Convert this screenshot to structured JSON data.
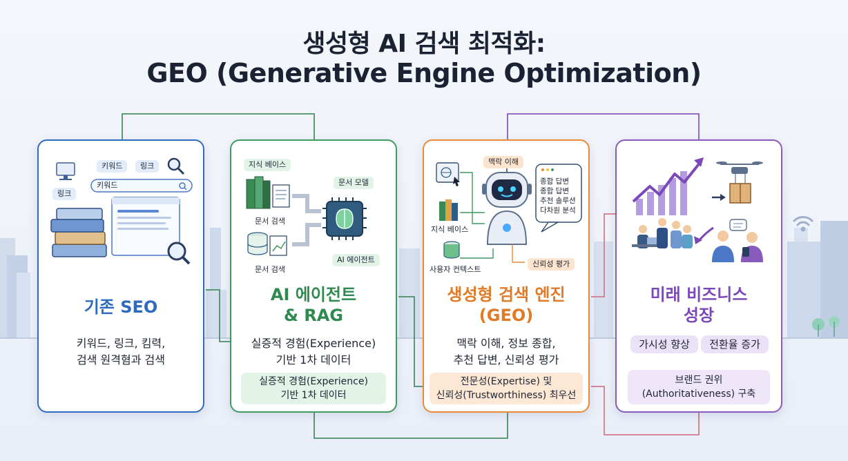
{
  "title": {
    "line1": "생성형 AI 검색 최적화:",
    "line2": "GEO (Generative Engine Optimization)"
  },
  "colors": {
    "seo": "#2f6bbd",
    "rag": "#3f9a5e",
    "geo": "#e98a37",
    "biz": "#8a5bbf"
  },
  "cards": {
    "seo": {
      "title": "기존 SEO",
      "desc1": "키워드, 링크, 킴력,",
      "desc2": "검색 원격혐과 검색",
      "tag_keyword": "키워드",
      "tag_link": "링크",
      "tag_link2": "링크",
      "search_text": "키워드"
    },
    "rag": {
      "title1": "AI 에이전트",
      "title2": "& RAG",
      "desc1": "실증적 경험(Experience)",
      "desc2": "기반 1차 데이터",
      "pill1": "실증적 경험(Experience)",
      "pill2": "기반 1차 데이터",
      "tag_kb": "지식 베이스",
      "tag_model": "문서 모델",
      "label_doc1": "문서 검색",
      "label_doc2": "문서 검색",
      "tag_agent": "AI 에이전트"
    },
    "geo": {
      "title1": "생성형 검색 엔진",
      "title2": "(GEO)",
      "desc1": "맥락 이해,  정보 종합,",
      "desc2": "추천 답변,  신뢰성 평가",
      "pill1": "전문성(Expertise) 및",
      "pill2": "신뢰성(Trustworthiness) 최우선",
      "tag_context": "맥락 이해",
      "bubble": [
        "종합 답변",
        "종합 답변",
        "추천 솔루션",
        "다차원 분석"
      ],
      "label_kb": "지식 베이스",
      "label_ctx": "사용자 컨텍스트",
      "tag_trust": "신뢰성 평가"
    },
    "biz": {
      "title1": "미래 비즈니스",
      "title2": "성장",
      "pill_a": "가시성 향상",
      "pill_b": "전환율 증가",
      "pill_c1": "브랜드 권위",
      "pill_c2": "(Authoritativeness) 구축"
    }
  }
}
